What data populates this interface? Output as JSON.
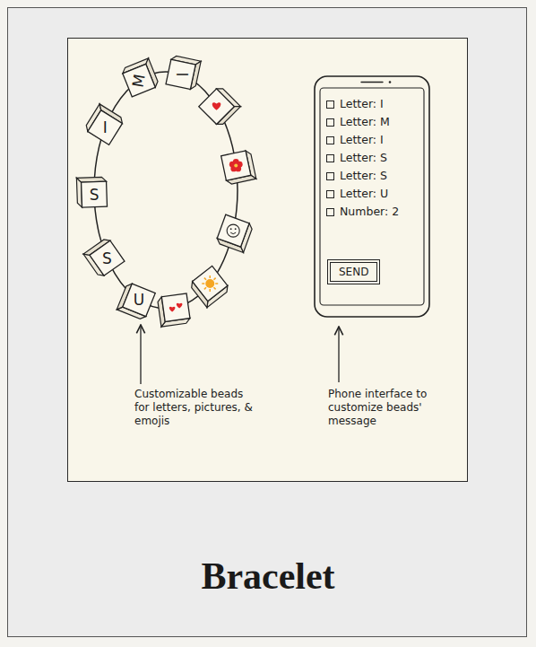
{
  "diagram": {
    "title": "Bracelet",
    "nodes": [
      {
        "text": [
          "Letter: I",
          "Letter: M",
          "Letter: I",
          "Letter: S",
          "Letter: S",
          "Letter: U",
          "Number: 2"
        ]
      },
      {
        "text": [
          "SEND"
        ],
        "in": 0
      }
    ],
    "labels": [
      "I",
      "M",
      "I",
      "S",
      "S",
      "U",
      "Customizable beads for letters, pictures, & emojis",
      "Phone interface to customize beads' message"
    ]
  }
}
